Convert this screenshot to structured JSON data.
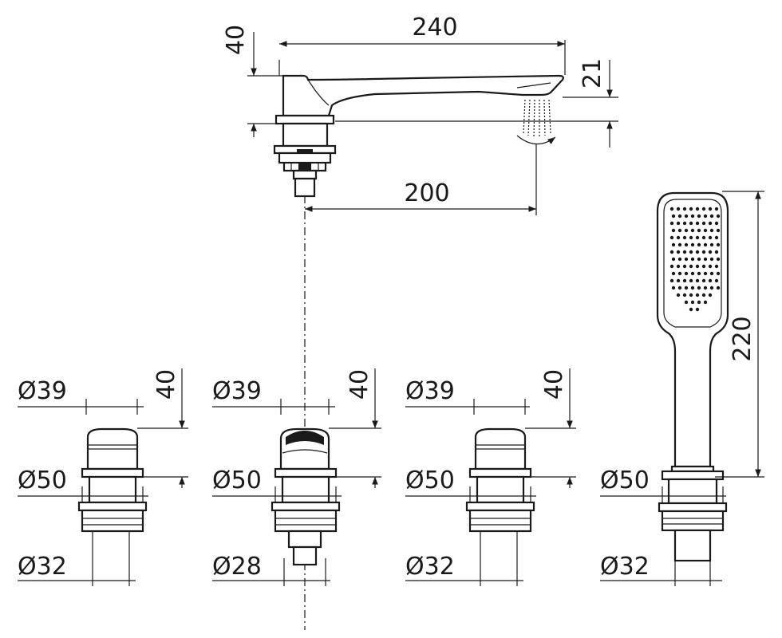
{
  "colors": {
    "line": "#1a1a1a",
    "background": "#ffffff"
  },
  "spout": {
    "length": "240",
    "spout_height": "40",
    "outlet_drop": "21",
    "reach": "200"
  },
  "hand_shower": {
    "length": "220",
    "base_diameter": "Ø50",
    "shank_diameter": "Ø32"
  },
  "valves": [
    {
      "handle_diameter": "Ø39",
      "handle_height": "40",
      "base_diameter": "Ø50",
      "shank_diameter": "Ø32"
    },
    {
      "handle_diameter": "Ø39",
      "handle_height": "40",
      "base_diameter": "Ø50",
      "shank_diameter": "Ø28"
    },
    {
      "handle_diameter": "Ø39",
      "handle_height": "40",
      "base_diameter": "Ø50",
      "shank_diameter": "Ø32"
    }
  ]
}
